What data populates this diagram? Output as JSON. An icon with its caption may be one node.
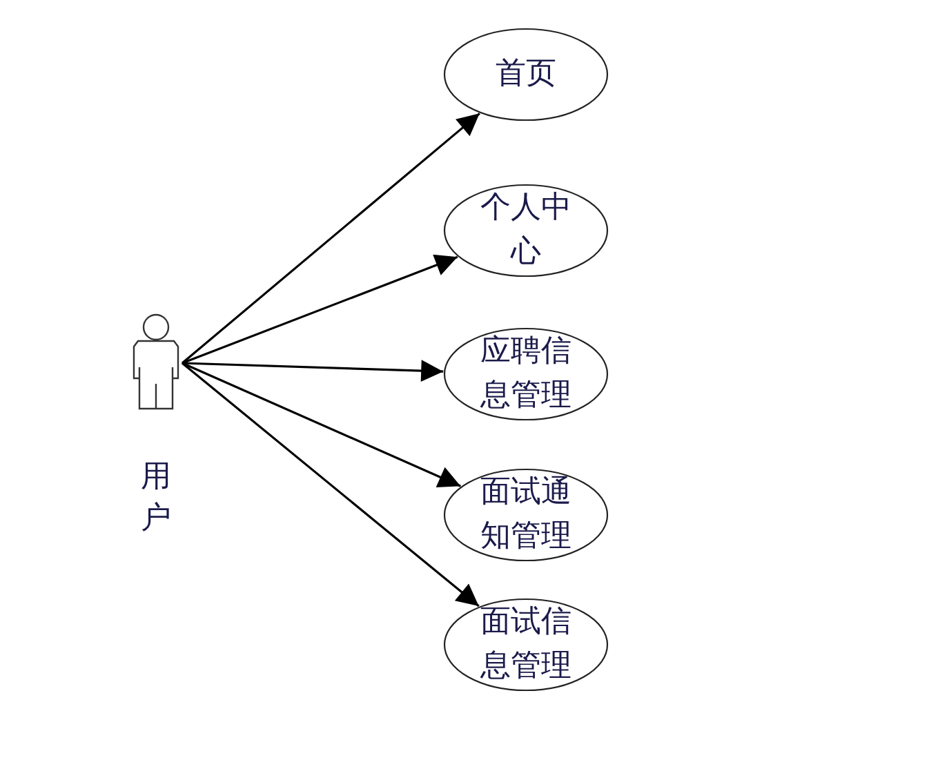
{
  "diagram": {
    "nodes": [
      {
        "text": [
          "用户"
        ]
      },
      {
        "text": [
          "首页"
        ]
      },
      {
        "text": [
          "个人中心"
        ]
      },
      {
        "text": [
          "应聘信息管理"
        ]
      },
      {
        "text": [
          "面试通知管理"
        ]
      },
      {
        "text": [
          "面试信息管理"
        ]
      }
    ],
    "edges": [
      {
        "from": 0,
        "to": 1,
        "arrow": "to"
      },
      {
        "from": 0,
        "to": 2,
        "arrow": "to"
      },
      {
        "from": 0,
        "to": 3,
        "arrow": "to"
      },
      {
        "from": 0,
        "to": 4,
        "arrow": "to"
      },
      {
        "from": 0,
        "to": 5,
        "arrow": "to"
      }
    ]
  }
}
